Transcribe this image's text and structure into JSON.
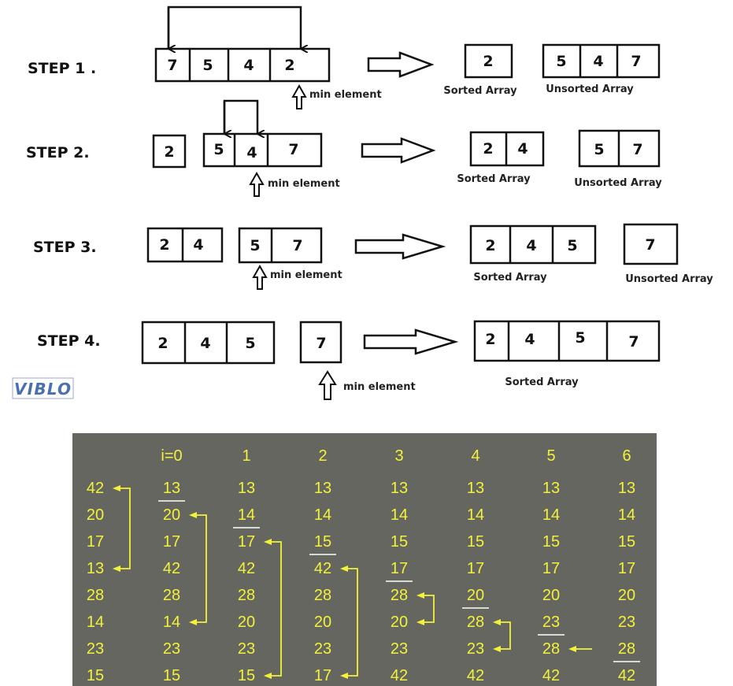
{
  "steps": [
    {
      "label": "STEP 1 .",
      "main_array": [
        "7",
        "5",
        "4",
        "2"
      ],
      "min_label": "min element",
      "result_sorted": [
        "2"
      ],
      "result_unsorted": [
        "5",
        "4",
        "7"
      ],
      "sorted_caption": "Sorted Array",
      "unsorted_caption": "Unsorted Array"
    },
    {
      "label": "STEP 2.",
      "prefix": [
        "2"
      ],
      "main_array": [
        "5",
        "4",
        "7"
      ],
      "min_label": "min element",
      "result_sorted": [
        "2",
        "4"
      ],
      "result_unsorted": [
        "5",
        "7"
      ],
      "sorted_caption": "Sorted Array",
      "unsorted_caption": "Unsorted Array"
    },
    {
      "label": "STEP 3.",
      "prefix": [
        "2",
        "4"
      ],
      "main_array": [
        "5",
        "7"
      ],
      "min_label": "min element",
      "result_sorted": [
        "2",
        "4",
        "5"
      ],
      "result_unsorted": [
        "7"
      ],
      "sorted_caption": "Sorted Array",
      "unsorted_caption": "Unsorted Array"
    },
    {
      "label": "STEP 4.",
      "prefix": [
        "2",
        "4",
        "5"
      ],
      "main_array": [
        "7"
      ],
      "min_label": "min element",
      "result_sorted": [
        "2",
        "4",
        "5",
        "7"
      ],
      "sorted_caption": "Sorted Array"
    }
  ],
  "watermark": "VIBLO",
  "table": {
    "headers": [
      "i=0",
      "1",
      "2",
      "3",
      "4",
      "5",
      "6"
    ],
    "columns": [
      [
        "42",
        "20",
        "17",
        "13",
        "28",
        "14",
        "23",
        "15"
      ],
      [
        "13",
        "20",
        "17",
        "42",
        "28",
        "14",
        "23",
        "15"
      ],
      [
        "13",
        "14",
        "17",
        "42",
        "28",
        "20",
        "23",
        "15"
      ],
      [
        "13",
        "14",
        "15",
        "42",
        "28",
        "20",
        "23",
        "17"
      ],
      [
        "13",
        "14",
        "15",
        "17",
        "28",
        "20",
        "23",
        "42"
      ],
      [
        "13",
        "14",
        "15",
        "17",
        "20",
        "28",
        "23",
        "42"
      ],
      [
        "13",
        "14",
        "15",
        "17",
        "20",
        "23",
        "28",
        "42"
      ],
      [
        "13",
        "14",
        "15",
        "17",
        "20",
        "23",
        "28",
        "42"
      ]
    ]
  },
  "colors": {
    "panel_bg": "#65665f",
    "number_color": "#f2f23a",
    "line_color": "#ffffff"
  }
}
